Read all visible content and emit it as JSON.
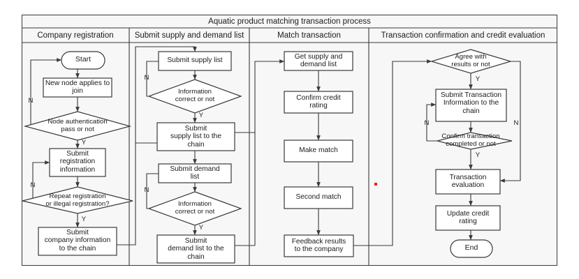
{
  "diagram": {
    "title": "Aquatic product matching transaction process",
    "background": "#f7f7f7",
    "stroke": "#3a3a3a",
    "marker_color": "#e8211c",
    "columns": [
      {
        "id": "company-registration",
        "label": "Company registration"
      },
      {
        "id": "submit-supply-and-demand-list",
        "label": "Submit supply and demand list"
      },
      {
        "id": "match-transaction",
        "label": "Match transaction"
      },
      {
        "id": "transaction-confirmation-and-credit-evaluation",
        "label": "Transaction confirmation and credit evaluation"
      }
    ],
    "nodes": [
      {
        "id": "start",
        "shape": "terminator",
        "label": "Start",
        "column": 0
      },
      {
        "id": "new-node-applies-to-join",
        "shape": "process",
        "label": "New node applies to\njoin",
        "column": 0
      },
      {
        "id": "node-authentication-pass-or-not",
        "shape": "decision",
        "label": "Node authentication\npass or not",
        "column": 0
      },
      {
        "id": "submit-registration-information",
        "shape": "process",
        "label": "Submit\nregistration\ninformation",
        "column": 0
      },
      {
        "id": "repeat-or-illegal-registration",
        "shape": "decision",
        "label": "Repeat registration\nor illegal registration?",
        "column": 0
      },
      {
        "id": "submit-company-information-to-the-chain",
        "shape": "process",
        "label": "Submit\ncompany information\nto the chain",
        "column": 0
      },
      {
        "id": "submit-supply-list",
        "shape": "process",
        "label": "Submit supply list",
        "column": 1
      },
      {
        "id": "supply-information-correct-or-not",
        "shape": "decision",
        "label": "Information\ncorrect or not",
        "column": 1
      },
      {
        "id": "submit-supply-list-to-the-chain",
        "shape": "process",
        "label": "Submit\nsupply list to the\nchain",
        "column": 1
      },
      {
        "id": "submit-demand-list",
        "shape": "process",
        "label": "Submit demand\nlist",
        "column": 1
      },
      {
        "id": "demand-information-correct-or-not",
        "shape": "decision",
        "label": "Information\ncorrect or not",
        "column": 1
      },
      {
        "id": "submit-demand-list-to-the-chain",
        "shape": "process",
        "label": "Submit\ndemand list to the\nchain",
        "column": 1
      },
      {
        "id": "get-supply-and-demand-list",
        "shape": "process",
        "label": "Get supply and\ndemand list",
        "column": 2
      },
      {
        "id": "confirm-credit-rating",
        "shape": "process",
        "label": "Confirm credit\nrating",
        "column": 2
      },
      {
        "id": "make-match",
        "shape": "process",
        "label": "Make match",
        "column": 2
      },
      {
        "id": "second-match",
        "shape": "process",
        "label": "Second match",
        "column": 2
      },
      {
        "id": "feedback-results-to-the-company",
        "shape": "process",
        "label": "Feedback results\nto the company",
        "column": 2
      },
      {
        "id": "agree-with-results-or-not",
        "shape": "decision",
        "label": "Agree with\nresults or not",
        "column": 3
      },
      {
        "id": "submit-transaction-information-to-the-chain",
        "shape": "process",
        "label": "Submit Transaction\nInformation to the\nchain",
        "column": 3
      },
      {
        "id": "confirm-transaction-completed-or-not",
        "shape": "decision",
        "label": "Confirm transaction\ncompleted or not",
        "column": 3
      },
      {
        "id": "transaction-evaluation",
        "shape": "process",
        "label": "Transaction\nevaluation",
        "column": 3
      },
      {
        "id": "update-credit-rating",
        "shape": "process",
        "label": "Update credit\nrating",
        "column": 3
      },
      {
        "id": "end",
        "shape": "terminator",
        "label": "End",
        "column": 3
      }
    ],
    "branch_labels": [
      {
        "id": "node-auth-no",
        "text": "N"
      },
      {
        "id": "node-auth-yes",
        "text": "Y"
      },
      {
        "id": "repeat-registration-no",
        "text": "N"
      },
      {
        "id": "repeat-registration-yes",
        "text": "Y"
      },
      {
        "id": "supply-info-no",
        "text": "N"
      },
      {
        "id": "supply-info-yes",
        "text": "Y"
      },
      {
        "id": "demand-info-no",
        "text": "N"
      },
      {
        "id": "demand-info-yes",
        "text": "Y"
      },
      {
        "id": "agree-yes",
        "text": "Y"
      },
      {
        "id": "agree-no",
        "text": "N"
      },
      {
        "id": "confirm-transaction-no",
        "text": "N"
      },
      {
        "id": "confirm-transaction-yes",
        "text": "Y"
      }
    ]
  }
}
